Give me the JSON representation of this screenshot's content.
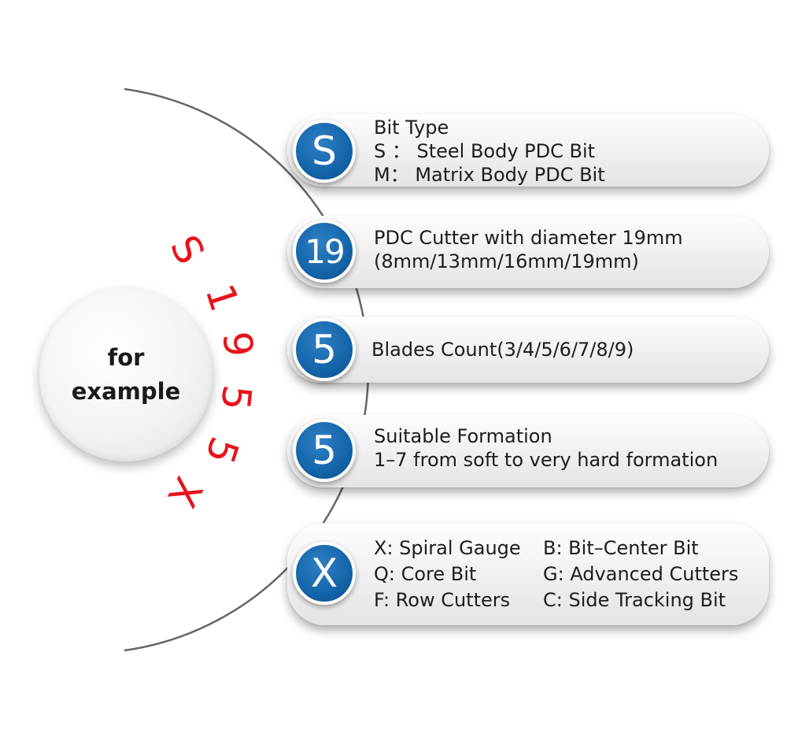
{
  "example_label": [
    "for",
    "example"
  ],
  "code_letters": [
    "S",
    "1",
    "9",
    "5",
    "5",
    "X"
  ],
  "items": [
    {
      "badge": "S",
      "lines": [
        "Bit Type",
        "S ： Steel Body PDC Bit",
        "M： Matrix Body PDC Bit"
      ]
    },
    {
      "badge": "19",
      "lines": [
        "PDC Cutter with diameter 19mm",
        "(8mm/13mm/16mm/19mm)"
      ]
    },
    {
      "badge": "5",
      "lines": [
        "Blades Count(3/4/5/6/7/8/9)"
      ]
    },
    {
      "badge": "5",
      "lines": [
        "Suitable Formation",
        "1–7 from soft to very hard formation"
      ]
    },
    {
      "badge": "X",
      "grid": [
        [
          "X: Spiral Gauge",
          "B: Bit–Center Bit"
        ],
        [
          "Q: Core Bit",
          "G: Advanced Cutters"
        ],
        [
          "F: Row Cutters",
          "C: Side Tracking Bit"
        ]
      ]
    }
  ],
  "colors": {
    "badge_blue": "#1464a9",
    "code_red": "#e8131b",
    "arc_gray": "#666666"
  }
}
